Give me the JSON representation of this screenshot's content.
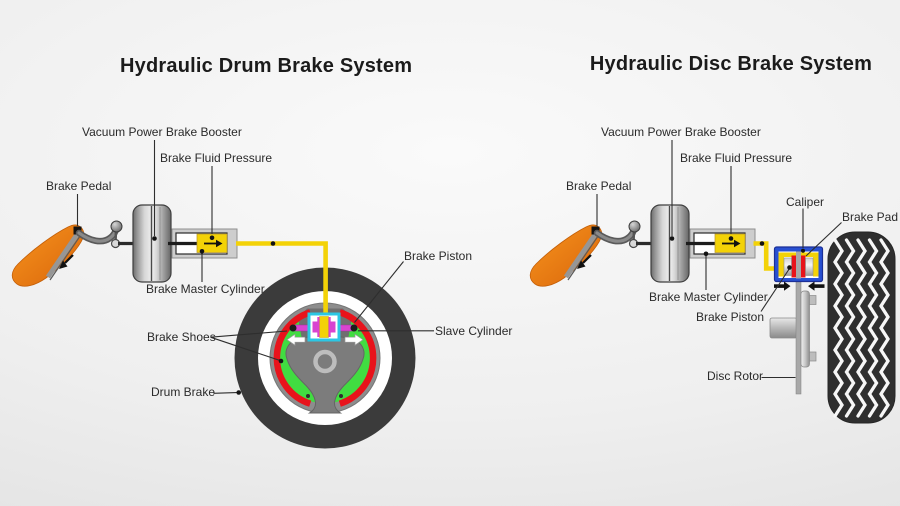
{
  "colors": {
    "yellow": "#f3d207",
    "red": "#e8131b",
    "green": "#41dc41",
    "cyan": "#2cc7e4",
    "magenta": "#d944d0",
    "blue": "#2850d2",
    "orange": "#f08018",
    "dark": "#3b3b3b"
  },
  "left": {
    "title": "Hydraulic Drum Brake System",
    "labels": {
      "booster": "Vacuum Power Brake Booster",
      "fluid": "Brake Fluid Pressure",
      "pedal": "Brake Pedal",
      "master": "Brake Master Cylinder",
      "piston": "Brake Piston",
      "slave": "Slave Cylinder",
      "shoes": "Brake Shoes",
      "drum": "Drum Brake"
    }
  },
  "right": {
    "title": "Hydraulic Disc Brake System",
    "labels": {
      "booster": "Vacuum Power Brake Booster",
      "fluid": "Brake Fluid Pressure",
      "pedal": "Brake Pedal",
      "caliper": "Caliper",
      "pad": "Brake Pad",
      "master": "Brake Master Cylinder",
      "piston": "Brake Piston",
      "rotor": "Disc Rotor"
    }
  }
}
